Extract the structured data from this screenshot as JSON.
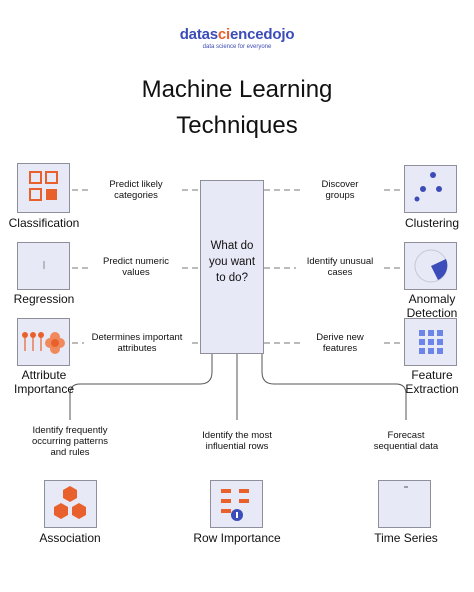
{
  "logo": {
    "part1": "datas",
    "part2": "ci",
    "part3": "ence",
    "part4": "dojo",
    "tagline": "data science for everyone"
  },
  "title": {
    "line1": "Machine Learning",
    "line2": "Techniques"
  },
  "center": {
    "line1": "What do",
    "line2": "you want",
    "line3": "to do?"
  },
  "left": [
    {
      "label": "Classification",
      "q1": "Predict likely",
      "q2": "categories",
      "icon": "grid-squares-icon"
    },
    {
      "label": "Regression",
      "q1": "Predict numeric",
      "q2": "values",
      "icon": "line-icon"
    },
    {
      "label1": "Attribute",
      "label2": "Importance",
      "q1": "Determines important",
      "q2": "attributes",
      "icon": "pins-and-flower-icon"
    }
  ],
  "right": [
    {
      "label": "Clustering",
      "q1": "Discover",
      "q2": "groups",
      "icon": "dots-icon"
    },
    {
      "label1": "Anomaly",
      "label2": "Detection",
      "q1": "Identify unusual",
      "q2": "cases",
      "icon": "pie-slice-icon"
    },
    {
      "label1": "Feature",
      "label2": "Extraction",
      "q1": "Derive new",
      "q2": "features",
      "icon": "tile-grid-icon"
    }
  ],
  "bottom": [
    {
      "label": "Association",
      "q1": "Identify frequently",
      "q2": "occurring patterns",
      "q3": "and rules",
      "icon": "cubes-icon"
    },
    {
      "label": "Row Importance",
      "q1": "Identify the most",
      "q2": "influential rows",
      "icon": "rows-icon"
    },
    {
      "label": "Time Series",
      "q1": "Forecast",
      "q2": "sequential data",
      "icon": "time-series-icon"
    }
  ],
  "colors": {
    "accent": "#e8612c",
    "brand": "#3c4cb8",
    "box_fill": "#e8e9f6",
    "box_border": "#8f8f9c"
  }
}
